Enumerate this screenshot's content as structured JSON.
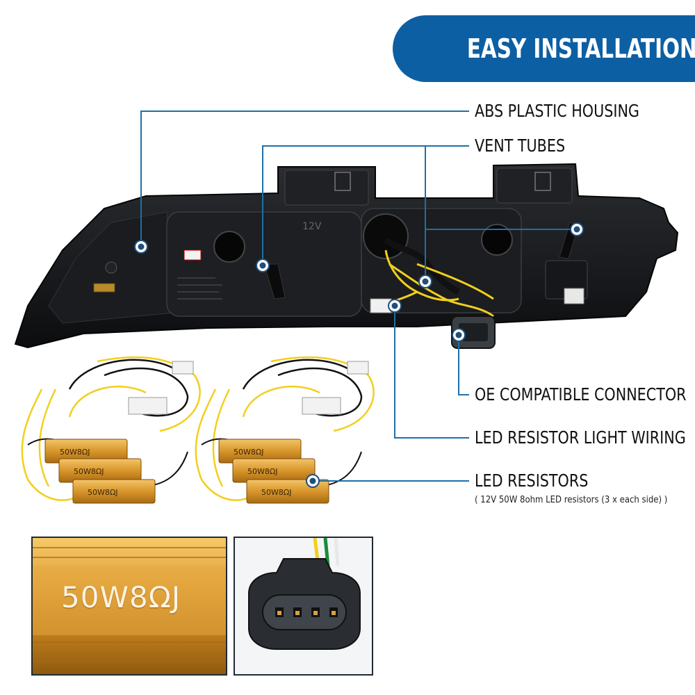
{
  "banner": {
    "title": "EASY INSTALLATION",
    "color": "#0d5fa3"
  },
  "callouts": {
    "abs_housing": "ABS PLASTIC HOUSING",
    "vent_tubes": "VENT TUBES",
    "oe_connector": "OE COMPATIBLE CONNECTOR",
    "led_wiring": "LED RESISTOR LIGHT WIRING",
    "led_resistors": "LED RESISTORS",
    "led_resistors_note": "( 12V 50W 8ohm LED resistors (3 x each side) )"
  },
  "housing_marks": {
    "voltage": "12V"
  },
  "resistor_marking": "50W8ΩJ",
  "accent_colors": {
    "line": "#1f6fa8",
    "dot": "#1f4e79",
    "resistor": "#d99a2b",
    "wire_yellow": "#f2cf1d"
  }
}
